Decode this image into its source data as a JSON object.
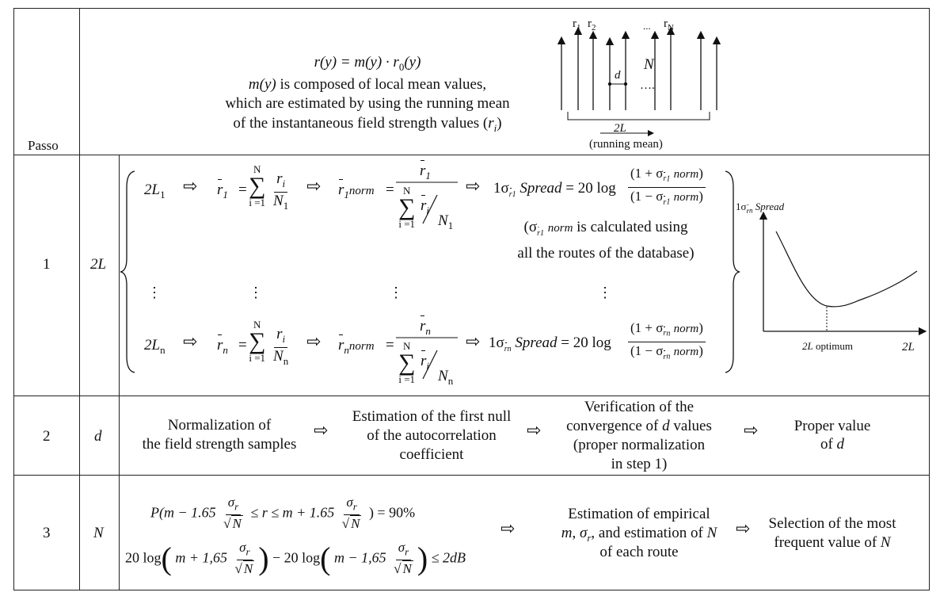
{
  "header": {
    "step_label": "Passo",
    "formula_r": "r(y) = m(y) · r",
    "formula_r_sub": "0",
    "formula_r_tail": "(y)",
    "desc_m": "m(y)",
    "desc_line1_tail": " is composed of local mean values,",
    "desc_line2": "which are estimated by using the running mean",
    "desc_line3": "of the instantaneous field strength values (",
    "desc_line3_var": "r",
    "desc_line3_sub": "i",
    "desc_line3_end": ")",
    "diagram": {
      "r1": "r",
      "r1_sub": "1",
      "r2": "r",
      "r2_sub": "2",
      "dots_top": "...",
      "rN": "r",
      "rN_sub": "N",
      "d": "d",
      "N": "N",
      "dots_mid": "….",
      "twoL": "2L",
      "running_mean": "(running mean)"
    }
  },
  "rows": [
    {
      "step": "1",
      "param": "2L",
      "line1": {
        "L": "2L",
        "L_sub": "1",
        "rbar": "r",
        "rbar_sub": "1",
        "sum_top": "N",
        "sum_bottom": "i =1",
        "frac_num": "r",
        "frac_num_sub": "i",
        "frac_den": "N",
        "frac_den_sub": "1",
        "norm_lhs": "r",
        "norm_lhs_sub": "1",
        "norm_lhs_tag": "norm",
        "norm_num": "r",
        "norm_num_sub": "1",
        "norm_den_N": "N",
        "norm_den_Nsub": "1",
        "spread_prefix": "1σ",
        "spread_label": "Spread",
        "spread_eq": "= 20 log",
        "spread_num": "(1 + σ",
        "spread_den": "(1 − σ",
        "spread_sub": "r",
        "spread_sub2": "1",
        "spread_norm": "norm",
        "note_open": "(σ",
        "note_sub_r": "r",
        "note_sub_1": "1",
        "note_norm": "norm",
        "note_tail": " is calculated using",
        "note_line2": "all the routes of the database)"
      },
      "linen": {
        "L": "2L",
        "L_sub": "n",
        "rbar": "r",
        "rbar_sub": "n",
        "sum_top": "N",
        "sum_bottom": "i =1",
        "frac_num": "r",
        "frac_num_sub": "i",
        "frac_den": "N",
        "frac_den_sub": "n",
        "norm_lhs": "r",
        "norm_lhs_sub": "n",
        "norm_lhs_tag": "norm",
        "norm_num": "r",
        "norm_num_sub": "n",
        "norm_den_N": "N",
        "norm_den_Nsub": "n",
        "spread_prefix": "1σ",
        "spread_label": "Spread",
        "spread_eq": "= 20 log",
        "spread_num": "(1 + σ",
        "spread_den": "(1 − σ",
        "spread_sub": "r",
        "spread_sub2": "n",
        "spread_norm": "norm"
      },
      "vdots": "⋮",
      "graph": {
        "ylabel_prefix": "1σ",
        "ylabel_sub": "r",
        "ylabel_sub2": "n",
        "ylabel": "Spread",
        "optimum": "2L optimum",
        "optimum_var": "2L",
        "optimum_word": " optimum",
        "xlabel": "2L"
      }
    },
    {
      "step": "2",
      "param": "d",
      "box1_l1": "Normalization of",
      "box1_l2": "the field strength samples",
      "box2_l1": "Estimation of the first null",
      "box2_l2": "of the autocorrelation",
      "box2_l3": "coefficient",
      "box3_l1": "Verification of the",
      "box3_l2_pre": "convergence of ",
      "box3_l2_var": "d",
      "box3_l2_post": " values",
      "box3_l3": "(proper normalization",
      "box3_l4": "in step 1)",
      "box4_l1": "Proper value",
      "box4_l2_pre": "of ",
      "box4_l2_var": "d"
    },
    {
      "step": "3",
      "param": "N",
      "prob_pre": "P(m − 1.65",
      "prob_mid": "≤ r ≤ m + 1.65",
      "prob_end": ") = 90%",
      "frac_num": "σ",
      "frac_num_sub": "r",
      "frac_den": "N",
      "ineq_a": "20 log",
      "ineq_b": "m + 1,65",
      "ineq_c": "− 20 log",
      "ineq_d": "m − 1,65",
      "ineq_e": "≤ 2dB",
      "est_l1": "Estimation of empirical",
      "est_l2_m": "m",
      "est_l2_sig": "σ",
      "est_l2_sub": "r",
      "est_l2_mid": ", and estimation of ",
      "est_l2_N": "N",
      "est_l3": "of each route",
      "sel_l1": "Selection of the most",
      "sel_l2_pre": "frequent value of ",
      "sel_l2_var": "N"
    }
  ],
  "arrow_glyph": "⇨"
}
